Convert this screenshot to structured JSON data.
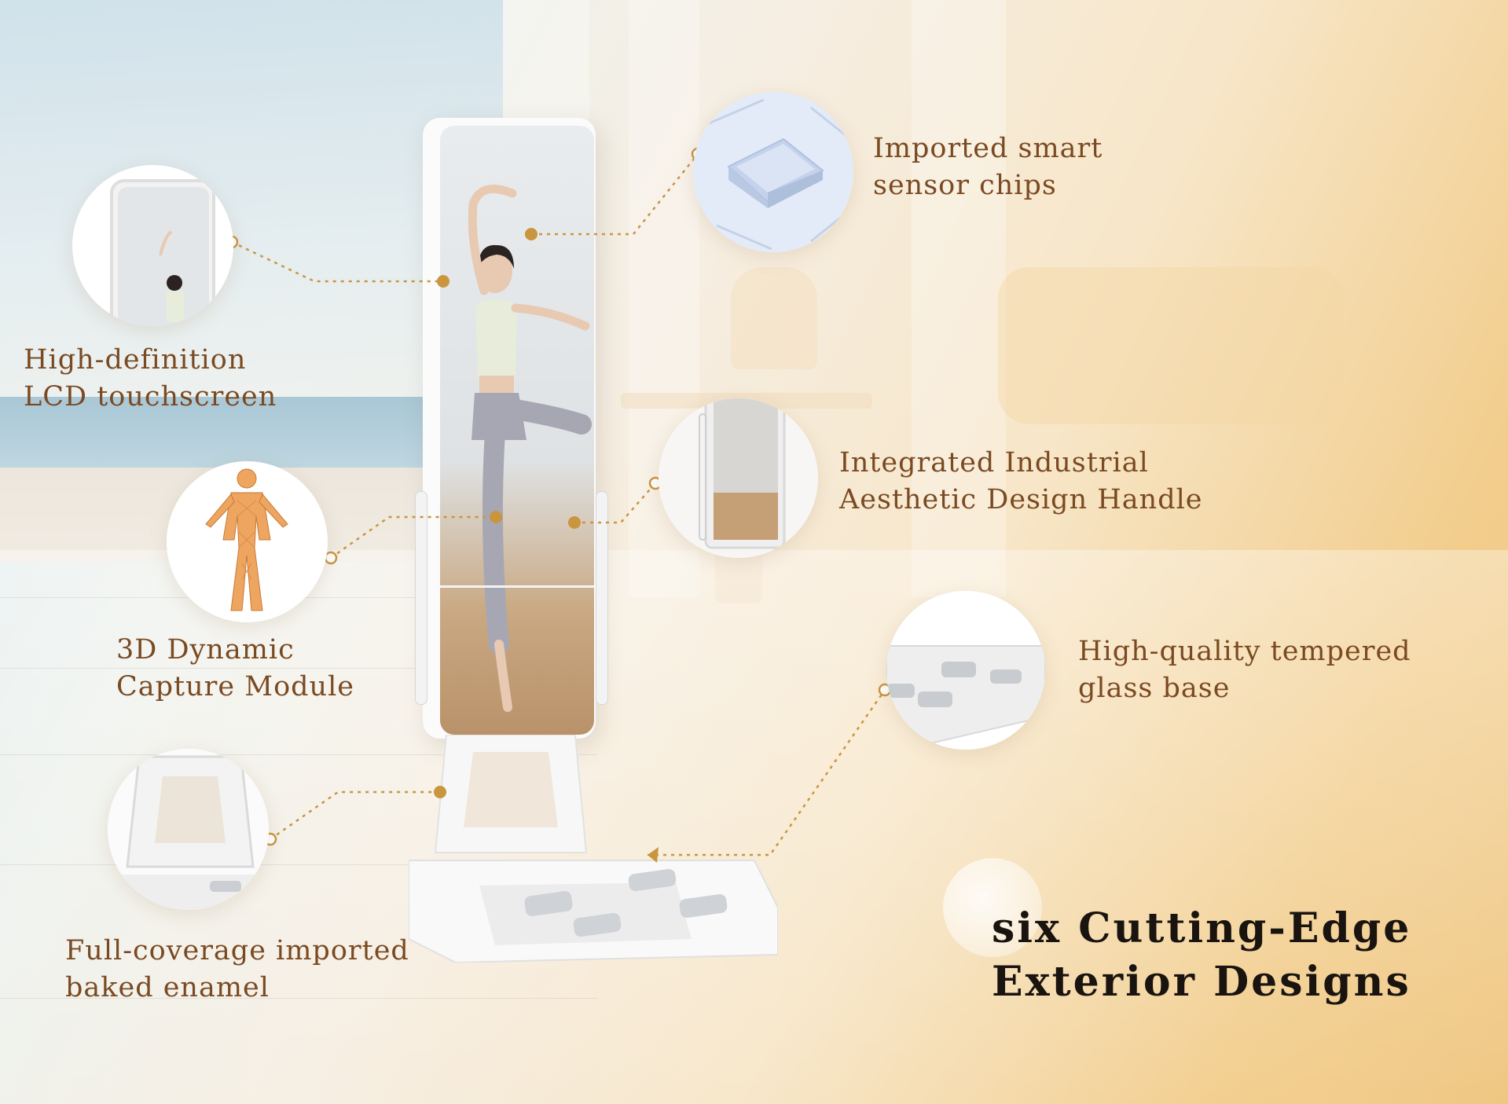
{
  "heading": {
    "line1": "six Cutting-Edge",
    "line2": "Exterior Designs"
  },
  "features": [
    {
      "id": "lcd",
      "line1": "High-definition",
      "line2": "LCD touchscreen",
      "icon": "mirror-screen-icon"
    },
    {
      "id": "chips",
      "line1": "Imported smart",
      "line2": "sensor chips",
      "icon": "sensor-chip-icon"
    },
    {
      "id": "capture",
      "line1": "3D Dynamic",
      "line2": "Capture Module",
      "icon": "human-body-mesh-icon"
    },
    {
      "id": "handle",
      "line1": "Integrated Industrial",
      "line2": "Aesthetic Design Handle",
      "icon": "side-handle-icon"
    },
    {
      "id": "glass",
      "line1": "High-quality tempered",
      "line2": "glass base",
      "icon": "glass-base-icon"
    },
    {
      "id": "enamel",
      "line1": "Full-coverage imported",
      "line2": "baked enamel",
      "icon": "enamel-stand-icon"
    }
  ],
  "colors": {
    "label_text": "#7a4a22",
    "heading_text": "#1a1410",
    "connector": "#c9963f",
    "accent_dot": "#c9963f"
  }
}
